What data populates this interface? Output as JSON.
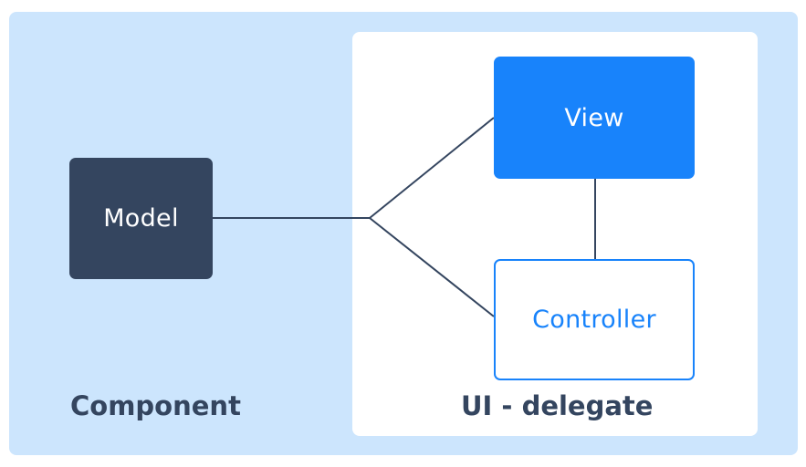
{
  "diagram": {
    "nodes": {
      "model": "Model",
      "view": "View",
      "controller": "Controller"
    },
    "groups": {
      "component": "Component",
      "ui_delegate": "UI - delegate"
    },
    "colors": {
      "outer_background": "#cce5fd",
      "inner_background": "#ffffff",
      "model_fill": "#34455f",
      "view_fill": "#1883fb",
      "controller_border": "#1883fb",
      "connector": "#34455f"
    },
    "edges": [
      {
        "from": "Model",
        "to": "View"
      },
      {
        "from": "Model",
        "to": "Controller"
      },
      {
        "from": "View",
        "to": "Controller"
      }
    ]
  }
}
